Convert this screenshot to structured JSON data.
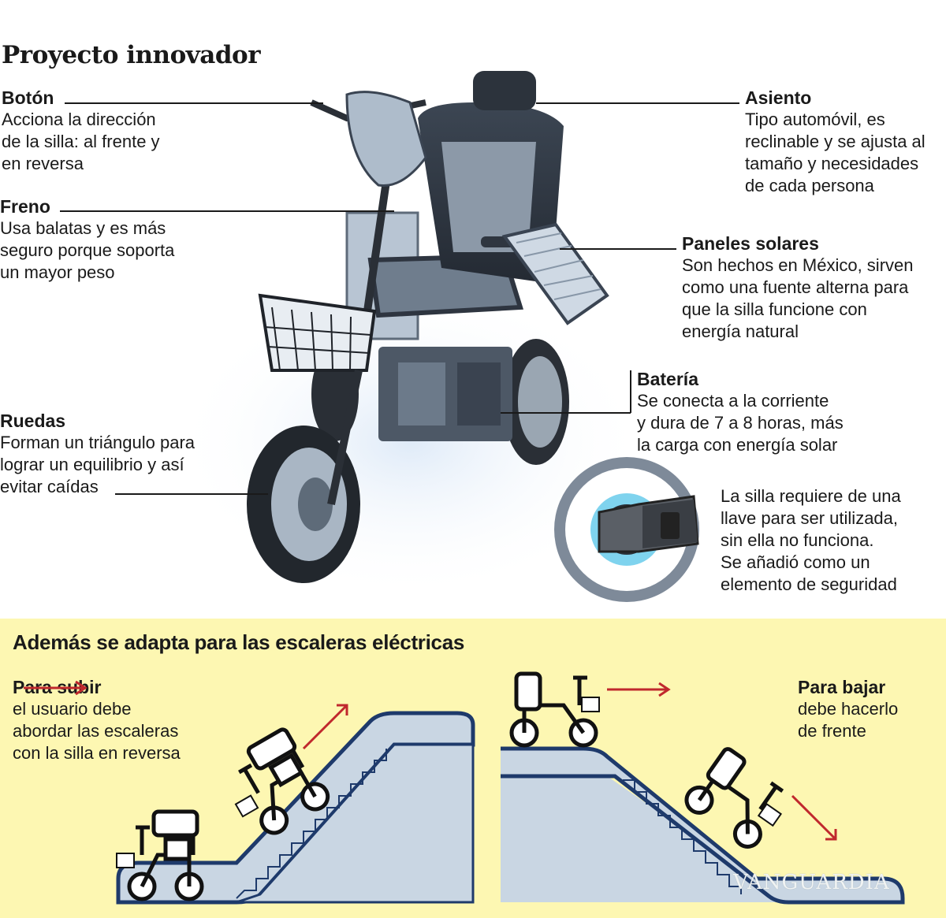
{
  "title": "Proyecto innovador",
  "labels": {
    "boton": {
      "heading": "Botón",
      "text": "Acciona la dirección\nde la silla: al frente y\nen reversa"
    },
    "freno": {
      "heading": "Freno",
      "text": "Usa balatas y es más\nseguro porque soporta\nun mayor peso"
    },
    "ruedas": {
      "heading": "Ruedas",
      "text": "Forman un triángulo para\nlograr un equilibrio y así\nevitar caídas"
    },
    "asiento": {
      "heading": "Asiento",
      "text": "Tipo automóvil, es\nreclinable y se ajusta al\ntamaño y necesidades\nde cada persona"
    },
    "paneles": {
      "heading": "Paneles solares",
      "text": "Son hechos en México, sirven\ncomo una fuente alterna para\nque la silla funcione con\nenergía natural"
    },
    "bateria": {
      "heading": "Batería",
      "text": "Se conecta a la corriente\ny dura de 7 a 8 horas, más\nla carga con energía solar"
    },
    "llave": {
      "text": "La silla requiere de una\nllave para ser utilizada,\nsin ella no funciona.\nSe añadió como un\nelemento de seguridad"
    }
  },
  "escaleras": {
    "title": "Además se adapta para las escaleras eléctricas",
    "subir": {
      "heading": "Para subir",
      "text": "el usuario debe\nabordar las escaleras\ncon la silla en reversa"
    },
    "bajar": {
      "heading": "Para bajar",
      "text": "debe hacerlo\nde frente"
    }
  },
  "watermark": "VANGUARDIA",
  "colors": {
    "band": "#fdf7b2",
    "escalator": "#1e3a6b",
    "escalator_fill": "#c9d6e3",
    "arrow": "#c0282d",
    "photo_tint": "#8fa3b8"
  }
}
